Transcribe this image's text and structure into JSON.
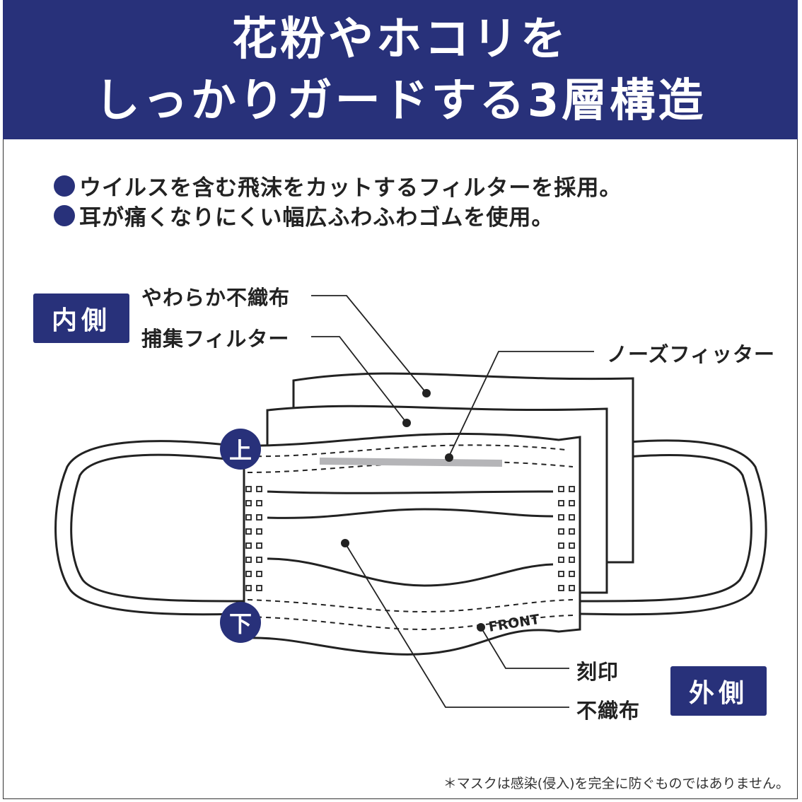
{
  "header": {
    "line1": "花粉やホコリを",
    "line2": "しっかりガードする3層構造"
  },
  "bullets": [
    "ウイルスを含む飛沫をカットするフィルターを採用。",
    "耳が痛くなりにくい幅広ふわふわゴムを使用。"
  ],
  "diagram": {
    "inner_side": "内側",
    "outer_side": "外側",
    "labels": {
      "soft_nonwoven": "やわらか不織布",
      "capture_filter": "捕集フィルター",
      "nose_fitter": "ノーズフィッター",
      "engraving": "刻印",
      "nonwoven": "不織布"
    },
    "top_mark": "上",
    "bottom_mark": "下",
    "front_text": "FRONT"
  },
  "note": "＊マスクは感染(侵入)を完全に防ぐものではありません。",
  "colors": {
    "brand": "#28317a",
    "nose_fitter": "#b5b5b8"
  }
}
